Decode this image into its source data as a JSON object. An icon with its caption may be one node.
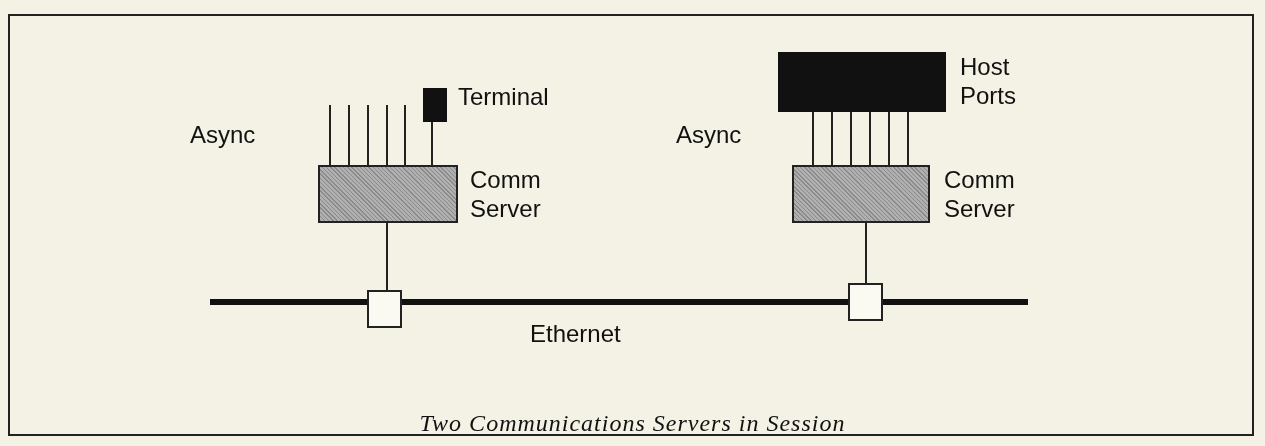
{
  "diagram": {
    "caption": "Two Communications Servers in Session",
    "nodes": [
      {
        "text": [
          "Terminal"
        ]
      },
      {
        "text": [
          "Comm Server"
        ]
      },
      {
        "text": [],
        "shape": "box"
      },
      {
        "text": [
          "Ethernet"
        ]
      },
      {
        "text": [
          "Host Ports"
        ]
      },
      {
        "text": [
          "Comm Server"
        ]
      },
      {
        "text": [],
        "shape": "box"
      }
    ],
    "edges": [
      {
        "from": 1,
        "to": null,
        "arrow": "none"
      },
      {
        "from": 1,
        "to": null,
        "arrow": "none"
      },
      {
        "from": 1,
        "to": null,
        "arrow": "none"
      },
      {
        "from": 1,
        "to": null,
        "arrow": "none"
      },
      {
        "from": 1,
        "to": null,
        "arrow": "none"
      },
      {
        "from": 1,
        "to": 0,
        "arrow": "none"
      },
      {
        "from": 1,
        "to": 2,
        "arrow": "none"
      },
      {
        "from": 5,
        "to": 4,
        "arrow": "none"
      },
      {
        "from": 5,
        "to": 4,
        "arrow": "none"
      },
      {
        "from": 5,
        "to": 4,
        "arrow": "none"
      },
      {
        "from": 5,
        "to": 4,
        "arrow": "none"
      },
      {
        "from": 5,
        "to": 4,
        "arrow": "none"
      },
      {
        "from": 5,
        "to": 4,
        "arrow": "none"
      },
      {
        "from": 5,
        "to": 6,
        "arrow": "none"
      }
    ],
    "labels": [
      "Async",
      "Async"
    ]
  }
}
